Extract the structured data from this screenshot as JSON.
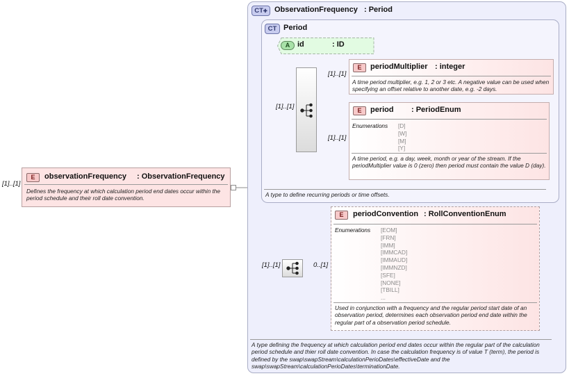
{
  "root": {
    "multiplicity": "[1]..[1]",
    "badge": "E",
    "name": "observationFrequency",
    "type": ": ObservationFrequency",
    "doc": "Defines the frequency at which calculation period end dates occur within the period schedule and their roll date convention."
  },
  "complex_type": {
    "badge": "CT",
    "name": "ObservationFrequency",
    "type": ": Period",
    "doc": "A type defining the frequency at which calculation period end dates occur within the regular part of the calculation period schedule and thier roll date convention. In case the calculation frequency is of value T (term), the period is defined by the swap\\swapStream\\calculationPerioDates\\effectiveDate and the swap\\swapStream\\calculationPerioDates\\terminationDate."
  },
  "base_type": {
    "badge": "CT",
    "name": "Period",
    "doc": "A type to define recurring periods or time offsets."
  },
  "attribute": {
    "badge": "A",
    "name": "id",
    "type": ": ID"
  },
  "period_sequence": {
    "multiplicity": "[1]..[1]"
  },
  "period_multiplier": {
    "multiplicity": "[1]..[1]",
    "badge": "E",
    "name": "periodMultiplier",
    "type": ": integer",
    "doc": "A time period multiplier, e.g. 1, 2 or 3 etc. A negative value can be used when specifying an offset relative to another date, e.g. -2 days."
  },
  "period": {
    "multiplicity": "[1]..[1]",
    "badge": "E",
    "name": "period",
    "type": ": PeriodEnum",
    "enum_label": "Enumerations",
    "enumerations": [
      "[D]",
      "[W]",
      "[M]",
      "[Y]"
    ],
    "doc": "A time period, e.g. a day, week, month or year of the stream. If the periodMultiplier value is 0 (zero) then period must contain the value D (day)."
  },
  "convention_sequence": {
    "multiplicity": "[1]..[1]"
  },
  "period_convention": {
    "multiplicity": "0..[1]",
    "badge": "E",
    "name": "periodConvention",
    "type": ": RollConventionEnum",
    "enum_label": "Enumerations",
    "enumerations": [
      "[EOM]",
      "[FRN]",
      "[IMM]",
      "[IMMCAD]",
      "[IMMAUD]",
      "[IMMNZD]",
      "[SFE]",
      "[NONE]",
      "[TBILL]",
      "..."
    ],
    "doc": "Used in conjunction with a frequency and the regular period start date of an observation period, determines each observation period end date within the regular part of a observation period schedule."
  },
  "colors": {
    "ct_fill": "#eeeffc",
    "ct_border": "#a9adc6",
    "element_fill": "#fde4e4",
    "attribute_fill": "#e2fbe2"
  }
}
